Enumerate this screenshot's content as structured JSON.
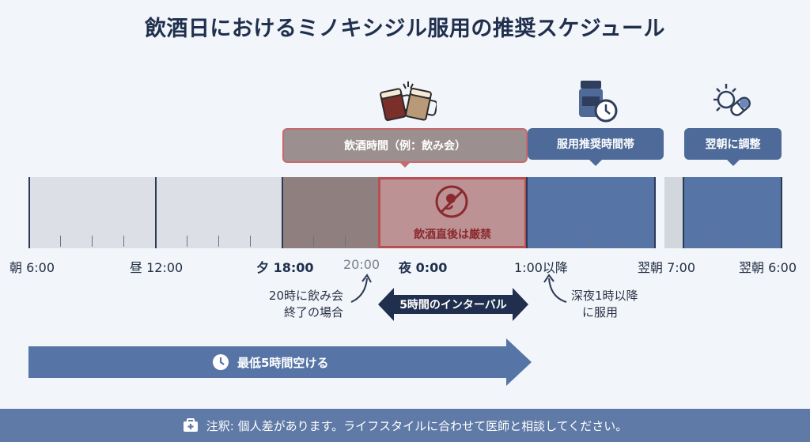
{
  "title": "飲酒日におけるミノキシジル服用の推奨スケジュール",
  "bubbles": {
    "drinking": "飲酒時間（例：飲み会）",
    "dosing": "服用推奨時間帯",
    "next_morning": "翌朝に調整"
  },
  "timeline": {
    "labels": {
      "morning": "朝 6:00",
      "noon": "昼 12:00",
      "evening": "夕 18:00",
      "t2000": "20:00",
      "midnight": "夜 0:00",
      "t0100": "1:00以降",
      "next7": "翌朝 7:00",
      "next6": "翌朝 6:00"
    },
    "ban_label": "飲酒直後は厳禁"
  },
  "notes": {
    "left_line1": "20時に飲み会",
    "left_line2": "終了の場合",
    "right_line1": "深夜1時以降",
    "right_line2": "に服用"
  },
  "interval_label": "5時間のインターバル",
  "min_label": "最低5時間空ける",
  "footer": "注釈: 個人差があります。ライフスタイルに合わせて医師と相談してください。",
  "icons": [
    "beer-mugs-icon",
    "pill-bottle-clock-icon",
    "sun-pill-icon",
    "no-drink-icon",
    "clock-icon",
    "first-aid-icon"
  ],
  "colors": {
    "navy": "#1f2f4d",
    "blue": "#5674a6",
    "drink_brown": "#8f807f",
    "ban_red": "#b94f52"
  }
}
